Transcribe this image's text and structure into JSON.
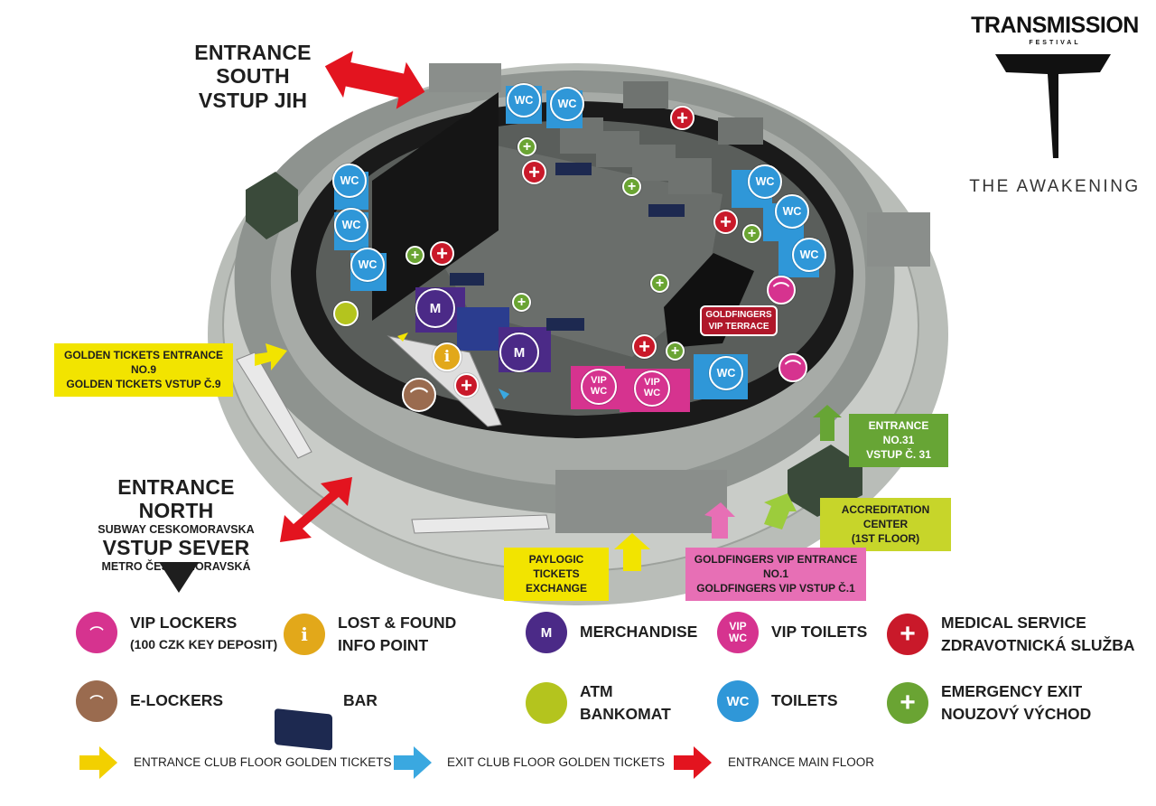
{
  "brand": {
    "title": "TRANSMISSION",
    "subtitle": "FESTIVAL",
    "tagline": "THE AWAKENING"
  },
  "colors": {
    "wc_blue": "#2f97d8",
    "medical_red": "#c9192a",
    "emergency_green": "#6aa433",
    "merch_purple": "#4b2a87",
    "vip_pink": "#d6338f",
    "atm_lime": "#b4c41e",
    "info_gold": "#e2a81a",
    "elocker_brown": "#9a6b4f",
    "golden_yellow": "#f2e400",
    "exit_blue": "#3aa8e0"
  },
  "entrances": {
    "south_line1": "ENTRANCE SOUTH",
    "south_line2": "VSTUP JIH",
    "north_line1": "ENTRANCE NORTH",
    "north_line2": "SUBWAY CESKOMORAVSKA",
    "north_line3": "VSTUP SEVER",
    "north_line4": "METRO ČESKOMORAVSKÁ",
    "metro_icon": "metro-m-icon"
  },
  "tags": {
    "golden_line1": "GOLDEN TICKETS ENTRANCE NO.9",
    "golden_line2": "GOLDEN TICKETS VSTUP Č.9",
    "entrance31_line1": "ENTRANCE  NO.31",
    "entrance31_line2": "VSTUP Č. 31",
    "accreditation_line1": "ACCREDITATION CENTER",
    "accreditation_line2": "(1ST FLOOR)",
    "paylogic_line1": "PAYLOGIC TICKETS",
    "paylogic_line2": "EXCHANGE",
    "goldfingers_line1": "GOLDFINGERS VIP ENTRANCE NO.1",
    "goldfingers_line2": "GOLDFINGERS VIP VSTUP Č.1",
    "terrace_line1": "GOLDFINGERS",
    "terrace_line2": "VIP TERRACE"
  },
  "map_icons": {
    "wc": "WC",
    "merch": "M",
    "vipwc_line1": "VIP",
    "vipwc_line2": "WC",
    "plus": "+",
    "info": "i",
    "hanger": "⌒"
  },
  "legend": {
    "vip_lockers_line1": "VIP LOCKERS",
    "vip_lockers_line2": "(100 CZK KEY DEPOSIT)",
    "lost_found_line1": "LOST & FOUND",
    "lost_found_line2": "INFO POINT",
    "merch_icon": "M",
    "merchandise": "MERCHANDISE",
    "vip_toilets_icon_line1": "VIP",
    "vip_toilets_icon_line2": "WC",
    "vip_toilets": "VIP TOILETS",
    "medical_line1": "MEDICAL SERVICE",
    "medical_line2": "ZDRAVOTNICKÁ SLUŽBA",
    "elockers": "E-LOCKERS",
    "bar": "BAR",
    "atm_line1": "ATM",
    "atm_line2": "BANKOMAT",
    "toilets_icon": "WC",
    "toilets": "TOILETS",
    "emergency_line1": "EMERGENCY EXIT",
    "emergency_line2": "NOUZOVÝ VÝCHOD",
    "info_icon": "i"
  },
  "arrows_legend": {
    "yellow": "ENTRANCE CLUB FLOOR GOLDEN TICKETS",
    "blue": "EXIT CLUB FLOOR GOLDEN TICKETS",
    "red": "ENTRANCE MAIN FLOOR"
  }
}
